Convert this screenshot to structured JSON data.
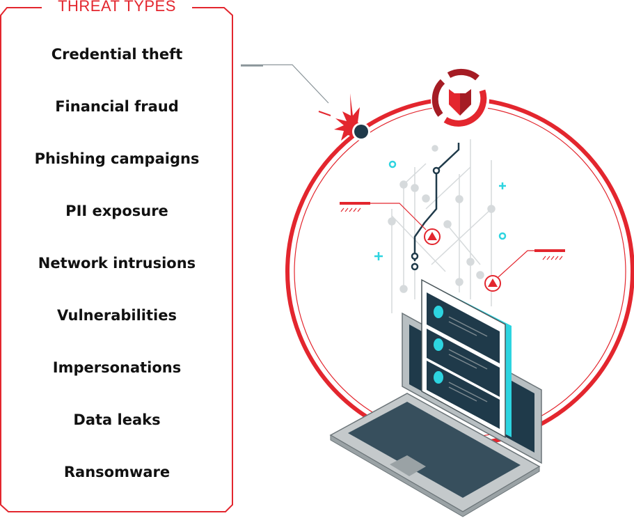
{
  "panel": {
    "title": "THREAT TYPES",
    "items": [
      "Credential theft",
      "Financial fraud",
      "Phishing campaigns",
      "PII exposure",
      "Network intrusions",
      "Vulnerabilities",
      "Impersonations",
      "Data leaks",
      "Ransomware"
    ]
  },
  "colors": {
    "accent": "#e3262e",
    "dark_red": "#a51c24",
    "navy": "#1f3a4a",
    "cyan": "#2dd4e0",
    "gray": "#c9ced1"
  }
}
